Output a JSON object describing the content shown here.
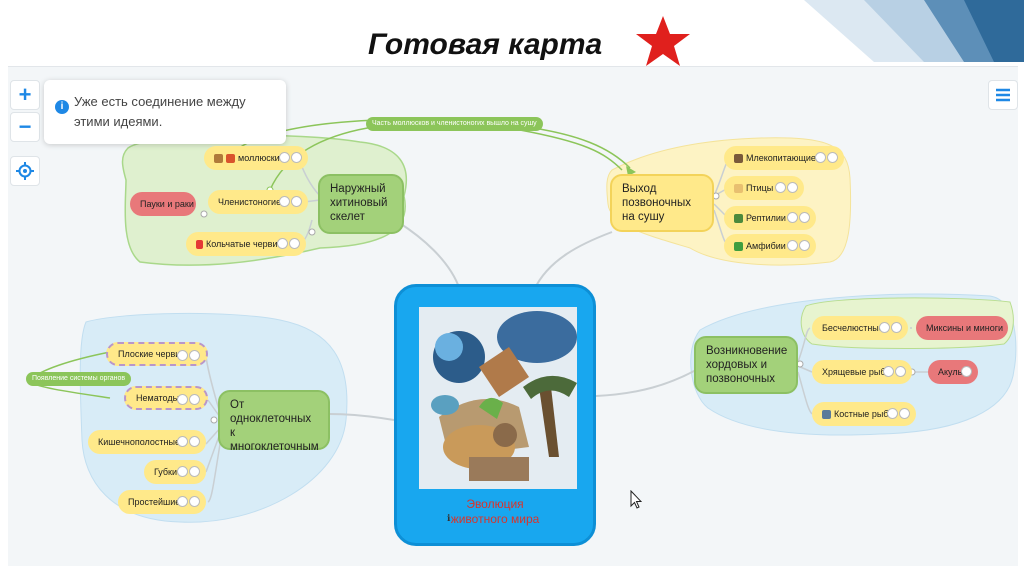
{
  "slide": {
    "title": "Готовая карта"
  },
  "toolbar": {
    "zoom_in": "+",
    "zoom_out": "−"
  },
  "notice": {
    "text": "Уже есть соединение между этими идеями."
  },
  "center": {
    "title_line1": "Эволюция",
    "title_line2": "животного мира"
  },
  "left_top": {
    "topic": "Наружный хитиновый скелет",
    "nodes": [
      "моллюски",
      "Членистоногие",
      "Пауки и раки",
      "Кольчатые черви!"
    ],
    "link_label": "Часть моллюсков и членистоногих вышло на сушу"
  },
  "right_top": {
    "topic": "Выход позвоночных на сушу",
    "nodes": [
      "Млекопитающие",
      "Птицы",
      "Рептилии",
      "Амфибии"
    ]
  },
  "left_bottom": {
    "topic": "От одноклеточных к многоклеточным",
    "nodes": [
      "Плоские черви",
      "Нематоды",
      "Кишечнополостные",
      "Губки",
      "Простейшие"
    ],
    "link_label": "Появление системы органов"
  },
  "right_bottom": {
    "topic": "Возникновение хордовых и позвоночных",
    "nodes": [
      "Бесчелюстные",
      "Миксины и миноги",
      "Хрящевые рыбы",
      "Акулы",
      "Костные рыбы"
    ]
  },
  "colors": {
    "green": "#a3d17a",
    "yellow": "#ffe98a",
    "blue": "#9fd1ef",
    "red": "#e8787a",
    "center": "#18a7ef",
    "accent": "#1e88e5",
    "star": "#e0201d"
  },
  "icons": [
    "plus-icon",
    "minus-icon",
    "locate-icon",
    "menu-icon",
    "info-icon",
    "star-icon",
    "cursor-icon",
    "note-icon"
  ]
}
